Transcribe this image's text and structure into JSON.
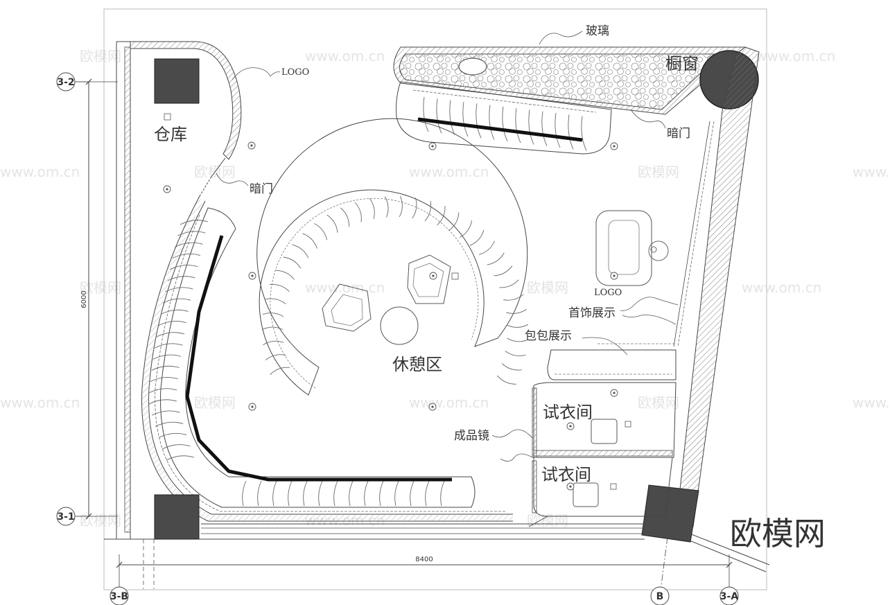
{
  "labels": {
    "glass": "玻璃",
    "window": "橱窗",
    "logo_top": "LOGO",
    "warehouse": "仓库",
    "hidden_door_left": "暗门",
    "hidden_door_right": "暗门",
    "lounge": "休憩区",
    "logo_right": "LOGO",
    "jewelry_display": "首饰展示",
    "bag_display": "包包展示",
    "fitting_room_1": "试衣间",
    "fitting_room_2": "试衣间",
    "finished_mirror": "成品镜"
  },
  "dimensions": {
    "width": "8400",
    "height": "6000"
  },
  "grid_axes": {
    "a": "3-2",
    "b": "3-1",
    "c": "3-B",
    "d": "B",
    "e": "3-A"
  },
  "watermark": {
    "brand": "欧模网",
    "small": "欧模网",
    "url": "www.om.cn"
  },
  "colors": {
    "line": "#444444",
    "fill_dark": "#4a4a4a",
    "rail": "#111111",
    "watermark": "#e4e4e4"
  }
}
